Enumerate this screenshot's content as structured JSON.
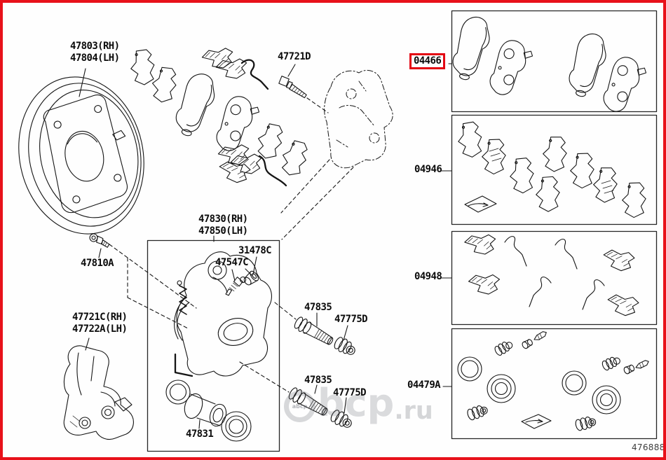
{
  "frame": {
    "border_color": "#e8111a"
  },
  "highlight": {
    "box_color": "#e30613"
  },
  "drawing_number": "476888",
  "watermark": {
    "logo_text": "abcp",
    "main": "bcp",
    "tld": ".ru"
  },
  "callouts": {
    "dust_cover_rh": "47803(RH)",
    "dust_cover_lh": "47804(LH)",
    "bracket_bolt": "47721D",
    "pad_kit": "04466",
    "shim_kit": "04946",
    "fitting_kit": "04948",
    "cylinder_kit": "04479A",
    "bleeder_plug": "47810A",
    "cylinder_mounting_rh": "47721C(RH)",
    "cylinder_mounting_lh": "47722A(LH)",
    "disc_brake_cylinder_rh": "47830(RH)",
    "disc_brake_cylinder_lh": "47850(LH)",
    "bleeder_plug_cap": "31478C",
    "bleeder_screw": "47547C",
    "slide_pin_upper": "47835",
    "pin_boot_upper": "47775D",
    "slide_pin_lower": "47835",
    "pin_boot_lower": "47775D",
    "piston": "47831"
  }
}
